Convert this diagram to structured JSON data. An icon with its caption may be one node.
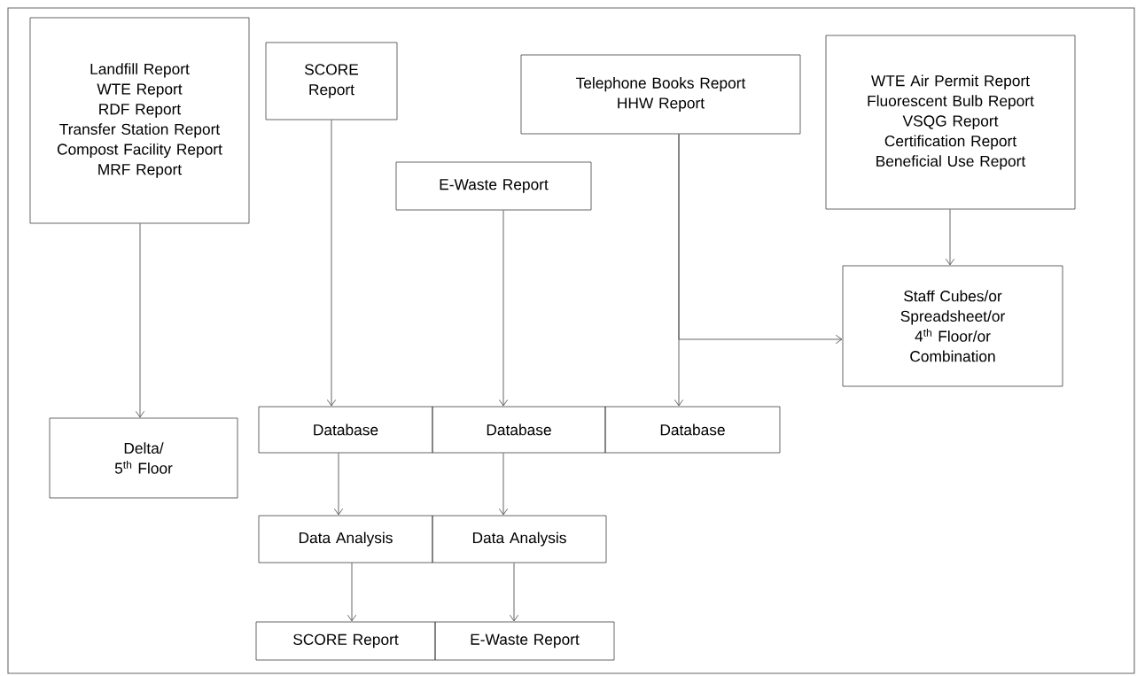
{
  "diagram": {
    "nodes": [
      {
        "text": [
          "Landfill Report",
          "WTE Report",
          "RDF Report",
          "Transfer Station Report",
          "Compost Facility Report",
          "MRF Report"
        ]
      },
      {
        "text": [
          "SCORE Report"
        ]
      },
      {
        "text": [
          "Telephone Books Report",
          "HHW Report"
        ]
      },
      {
        "text": [
          "WTE Air Permit Report",
          "Fluorescent Bulb Report",
          "VSQG Report",
          "Certification Report",
          "Beneficial Use Report"
        ]
      },
      {
        "text": [
          "E-Waste Report"
        ]
      },
      {
        "text": [
          "Staff Cubes/or",
          "Spreadsheet/or",
          "4$^{th}$ Floor/or",
          "Combination"
        ]
      },
      {
        "text": [
          "Delta/",
          "5$^{th}$ Floor"
        ]
      },
      {
        "text": [
          "Database"
        ]
      },
      {
        "text": [
          "Database"
        ]
      },
      {
        "text": [
          "Database"
        ]
      },
      {
        "text": [
          "Data Analysis"
        ]
      },
      {
        "text": [
          "Data Analysis"
        ]
      },
      {
        "text": [
          "SCORE Report"
        ]
      },
      {
        "text": [
          "E-Waste Report"
        ]
      }
    ],
    "edges": [
      {
        "from": 0,
        "to": 6,
        "arrow": "to"
      },
      {
        "from": 1,
        "to": 7,
        "arrow": "to"
      },
      {
        "from": 4,
        "to": 8,
        "arrow": "to"
      },
      {
        "from": 2,
        "to": 9,
        "arrow": "to"
      },
      {
        "from": 2,
        "to": 5,
        "arrow": "to"
      },
      {
        "from": 3,
        "to": 5,
        "arrow": "to"
      },
      {
        "from": 7,
        "to": 10,
        "arrow": "to"
      },
      {
        "from": 8,
        "to": 11,
        "arrow": "to"
      },
      {
        "from": 10,
        "to": 12,
        "arrow": "to"
      },
      {
        "from": 11,
        "to": 13,
        "arrow": "to"
      }
    ]
  }
}
